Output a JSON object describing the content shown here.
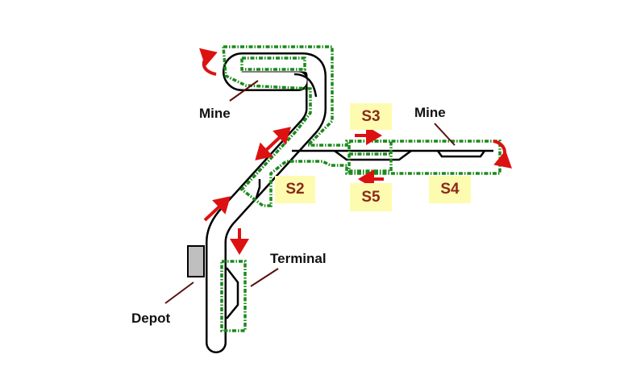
{
  "labels": {
    "mine_top": "Mine",
    "mine_right": "Mine",
    "terminal": "Terminal",
    "depot": "Depot"
  },
  "sections": [
    "S2",
    "S3",
    "S4",
    "S5"
  ],
  "colors": {
    "track": "#000000",
    "zone": "#1a8a1a",
    "arrow": "#dd1111",
    "tag_bg": "#fdfbb0",
    "tag_text": "#8b2a1a",
    "depot": "#bfbfbf",
    "leader": "#5a1010"
  }
}
